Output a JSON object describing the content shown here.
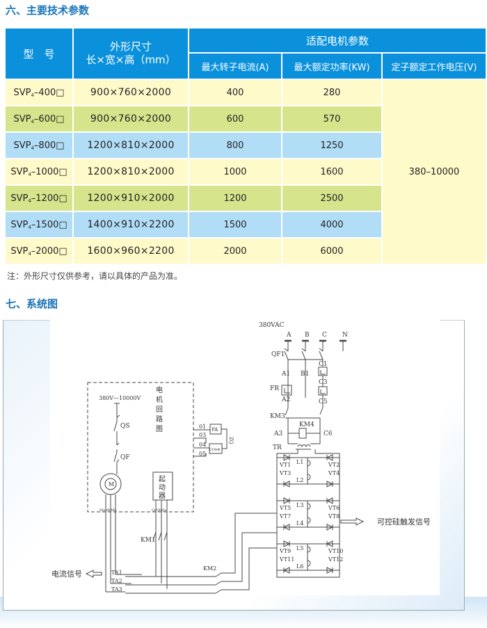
{
  "section6": {
    "title": "六、主要技术参数"
  },
  "table": {
    "headers": {
      "model": "型　号",
      "dims_line1": "外形尺寸",
      "dims_line2": "长×宽×高（mm）",
      "motor_group": "适配电机参数",
      "rotor_current": "最大转子电流(A)",
      "rated_power": "最大额定功率(KW)",
      "stator_voltage": "定子额定工作电压(V)"
    },
    "rows": [
      {
        "model_prefix": "SVP",
        "model_sub": "4",
        "model_suffix": "–400□",
        "dims": "900×760×2000",
        "current": "400",
        "power": "280",
        "band": "yellow"
      },
      {
        "model_prefix": "SVP",
        "model_sub": "4",
        "model_suffix": "–600□",
        "dims": "900×760×2000",
        "current": "600",
        "power": "570",
        "band": "green"
      },
      {
        "model_prefix": "SVP",
        "model_sub": "4",
        "model_suffix": "–800□",
        "dims": "1200×810×2000",
        "current": "800",
        "power": "1250",
        "band": "blue"
      },
      {
        "model_prefix": "SVP",
        "model_sub": "4",
        "model_suffix": "–1000□",
        "dims": "1200×810×2000",
        "current": "1000",
        "power": "1600",
        "band": "yellow"
      },
      {
        "model_prefix": "SVP",
        "model_sub": "4",
        "model_suffix": "–1200□",
        "dims": "1200×910×2000",
        "current": "1200",
        "power": "2500",
        "band": "green"
      },
      {
        "model_prefix": "SVP",
        "model_sub": "4",
        "model_suffix": "–1500□",
        "dims": "1400×910×2200",
        "current": "1500",
        "power": "4000",
        "band": "blue"
      },
      {
        "model_prefix": "SVP",
        "model_sub": "4",
        "model_suffix": "–2000□",
        "dims": "1600×960×2200",
        "current": "2000",
        "power": "6000",
        "band": "yellow"
      }
    ],
    "stator_voltage_value": "380–10000",
    "colors": {
      "header": "#0b91dc",
      "yellow": "#fffac9",
      "green": "#d6e48c",
      "blue": "#b1ddf7"
    }
  },
  "note": "注：外形尺寸仅供参考，请以具体的产品为准。",
  "section7": {
    "title": "七、系统图"
  },
  "diagram": {
    "supply": "380VAC",
    "phases": [
      "A",
      "B",
      "C",
      "N"
    ],
    "qf1": "QF1",
    "a1": "A1",
    "b1": "B1",
    "c1": "C1",
    "c3": "C3",
    "c5": "C5",
    "fr": "FR",
    "a2": "A2",
    "km3": "KM3",
    "km4": "KM4",
    "a3": "A3",
    "c6": "C6",
    "tr": "TR",
    "motor_box_labels": [
      "电",
      "机",
      "回",
      "路",
      "图"
    ],
    "motor_voltage": "380V—10000V",
    "qs": "QS",
    "qf": "QF",
    "motor": "M",
    "motor_terminals": "MaMbMc",
    "starter": [
      "起",
      "动",
      "器"
    ],
    "starter_terminals": "QcQbQa",
    "meter_terminals": [
      "01",
      "03",
      "04",
      "05"
    ],
    "pa": "PA",
    "cos": "COSΦ",
    "zq": "ZQ",
    "km1": "KM1",
    "km2": "KM2",
    "ta": [
      "TA1",
      "TA2",
      "TA3"
    ],
    "current_signal": "电流信号",
    "thyristors": [
      "VT1",
      "VT2",
      "VT3",
      "VT4",
      "VT5",
      "VT6",
      "VT7",
      "VT8",
      "VT9",
      "VT10",
      "VT11",
      "VT12"
    ],
    "inductors": [
      "L1",
      "L2",
      "L3",
      "L4",
      "L5",
      "L6"
    ],
    "trigger_signal": "可控硅触发信号"
  }
}
